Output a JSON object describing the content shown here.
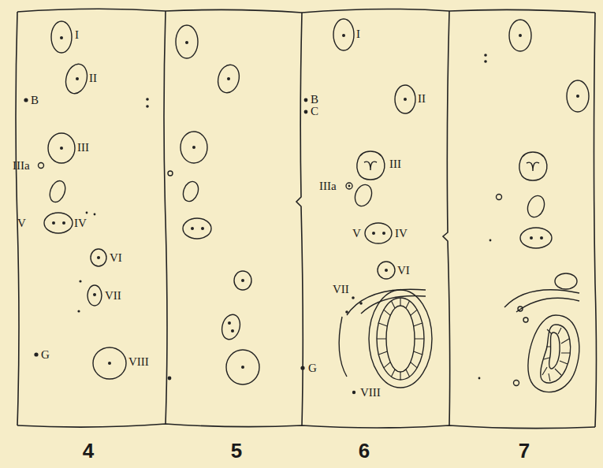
{
  "diagram": {
    "labels": [
      "I",
      "II",
      "B",
      "III",
      "IIIa",
      "V",
      "IV",
      "VI",
      "VII",
      "G",
      "VIII",
      "I",
      "II",
      "B",
      "C",
      "III",
      "IIIa",
      "V",
      "IV",
      "VI",
      "VII",
      "G",
      "VIII",
      "4",
      "5",
      "6",
      "7"
    ]
  }
}
